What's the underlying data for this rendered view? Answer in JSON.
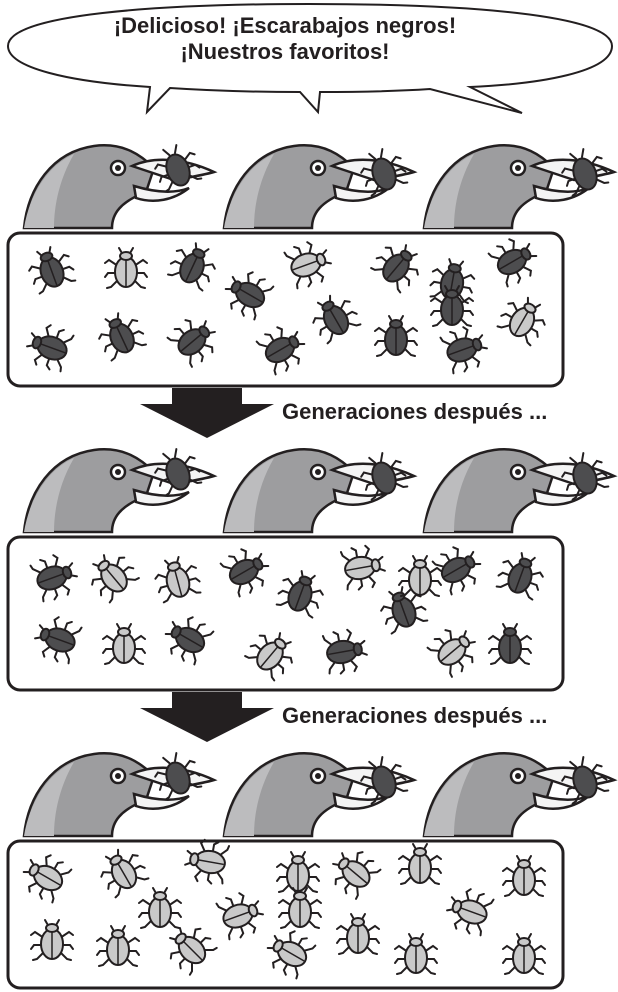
{
  "speech": {
    "line1": "¡Delicioso! ¡Escarabajos negros!",
    "line2": "¡Nuestros favoritos!"
  },
  "transitions": [
    {
      "label": "Generaciones después ..."
    },
    {
      "label": "Generaciones después ..."
    }
  ],
  "colors": {
    "dark_beetle": "#4d4d4f",
    "light_beetle": "#c9c9c9",
    "bird_body": "#9d9d9f",
    "bird_back": "#bcbcbe",
    "outline": "#231f20",
    "arrow": "#231f20"
  },
  "populations": [
    {
      "stage": 1,
      "dark_count": 14,
      "light_count": 3
    },
    {
      "stage": 2,
      "dark_count": 10,
      "light_count": 7
    },
    {
      "stage": 3,
      "dark_count": 0,
      "light_count": 18
    }
  ]
}
